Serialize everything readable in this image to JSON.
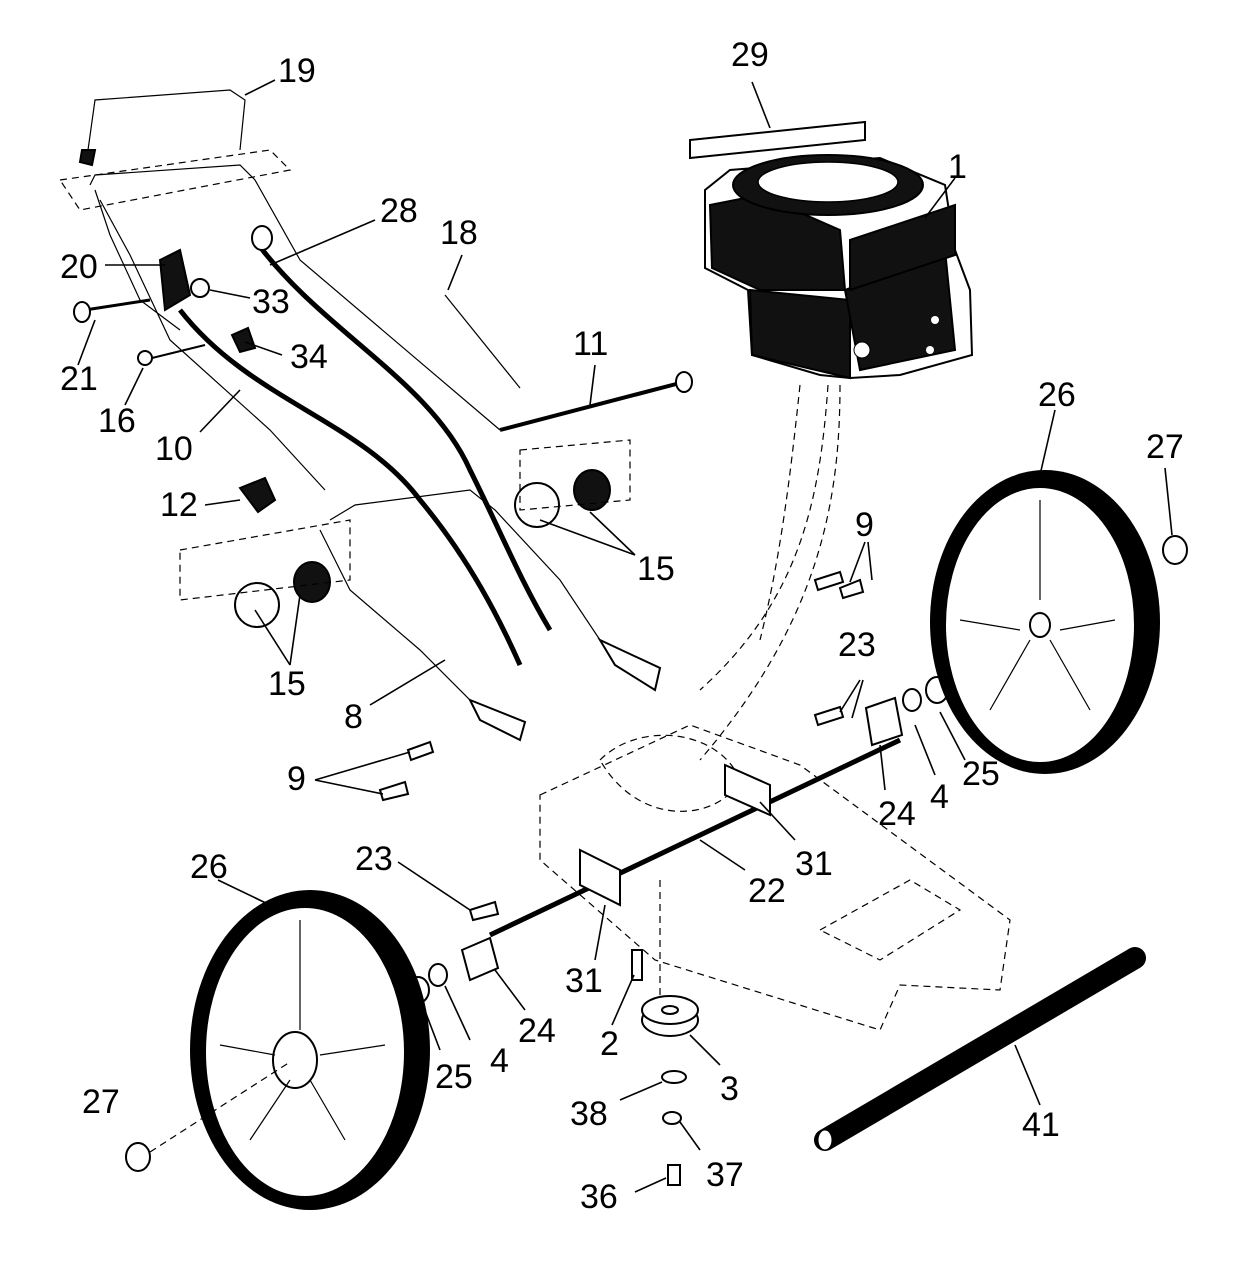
{
  "diagram": {
    "callouts": [
      {
        "id": "c29",
        "text": "29"
      },
      {
        "id": "c19",
        "text": "19"
      },
      {
        "id": "c1",
        "text": "1"
      },
      {
        "id": "c28",
        "text": "28"
      },
      {
        "id": "c18",
        "text": "18"
      },
      {
        "id": "c20",
        "text": "20"
      },
      {
        "id": "c33",
        "text": "33"
      },
      {
        "id": "c21",
        "text": "21"
      },
      {
        "id": "c34",
        "text": "34"
      },
      {
        "id": "c11",
        "text": "11"
      },
      {
        "id": "c16",
        "text": "16"
      },
      {
        "id": "c10",
        "text": "10"
      },
      {
        "id": "c26a",
        "text": "26"
      },
      {
        "id": "c27a",
        "text": "27"
      },
      {
        "id": "c12",
        "text": "12"
      },
      {
        "id": "c15a",
        "text": "15"
      },
      {
        "id": "c9a",
        "text": "9"
      },
      {
        "id": "c15b",
        "text": "15"
      },
      {
        "id": "c23a",
        "text": "23"
      },
      {
        "id": "c8",
        "text": "8"
      },
      {
        "id": "c9b",
        "text": "9"
      },
      {
        "id": "c24a",
        "text": "24"
      },
      {
        "id": "c4a",
        "text": "4"
      },
      {
        "id": "c25a",
        "text": "25"
      },
      {
        "id": "c31a",
        "text": "31"
      },
      {
        "id": "c22",
        "text": "22"
      },
      {
        "id": "c26b",
        "text": "26"
      },
      {
        "id": "c23b",
        "text": "23"
      },
      {
        "id": "c31b",
        "text": "31"
      },
      {
        "id": "c24b",
        "text": "24"
      },
      {
        "id": "c2",
        "text": "2"
      },
      {
        "id": "c25b",
        "text": "25"
      },
      {
        "id": "c4b",
        "text": "4"
      },
      {
        "id": "c3",
        "text": "3"
      },
      {
        "id": "c27b",
        "text": "27"
      },
      {
        "id": "c38",
        "text": "38"
      },
      {
        "id": "c41",
        "text": "41"
      },
      {
        "id": "c37",
        "text": "37"
      },
      {
        "id": "c36",
        "text": "36"
      }
    ]
  }
}
